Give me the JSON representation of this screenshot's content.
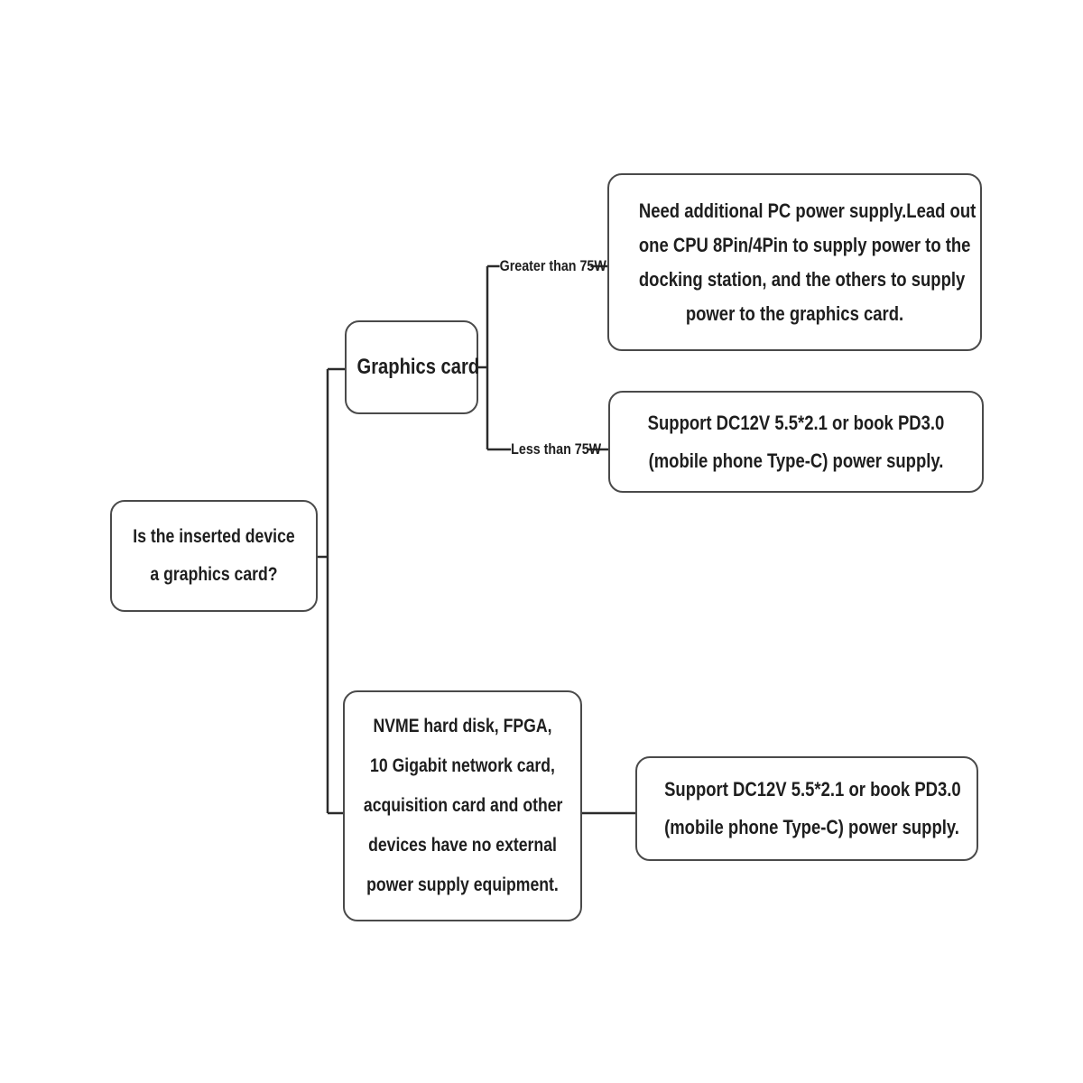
{
  "diagram": {
    "title_hint": "Docking station power-supply decision flowchart",
    "root": {
      "lines": [
        "Is the inserted device",
        "a graphics card?"
      ]
    },
    "graphics_card": {
      "label": "Graphics card"
    },
    "branch_labels": {
      "greater": "Greater than 75W",
      "less": "Less than 75W"
    },
    "outcome_gt75": {
      "lines": [
        "Need additional PC power supply.Lead out",
        "one CPU 8Pin/4Pin to supply power to the",
        "docking station, and the others to supply",
        "power to the graphics card."
      ]
    },
    "outcome_lt75": {
      "lines": [
        "Support DC12V 5.5*2.1 or book PD3.0",
        "(mobile phone Type-C) power supply."
      ]
    },
    "non_gpu": {
      "lines": [
        "NVME hard disk, FPGA,",
        "10 Gigabit network card,",
        "acquisition card and other",
        "devices have no external",
        "power supply equipment."
      ]
    },
    "outcome_non_gpu": {
      "lines": [
        "Support DC12V 5.5*2.1 or book PD3.0",
        "(mobile phone Type-C) power supply."
      ]
    },
    "colors": {
      "background": "#ffffff",
      "box_border": "#4a4a4a",
      "connector_line": "#2b2b2b",
      "text": "#1e1e1e"
    }
  }
}
